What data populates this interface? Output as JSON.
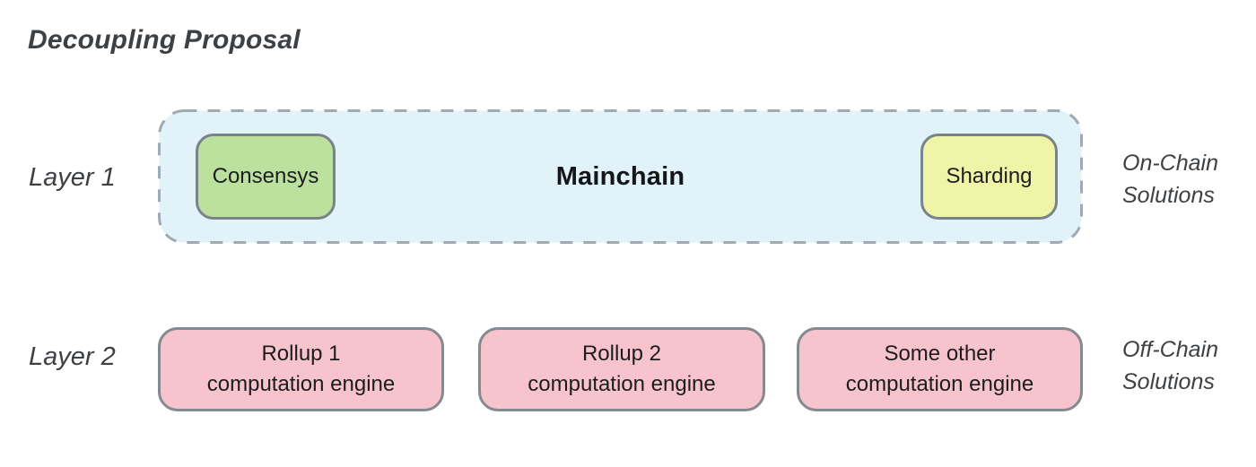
{
  "title": "Decoupling Proposal",
  "layer1": {
    "label": "Layer 1",
    "container": {
      "title": "Mainchain",
      "fill": "#e2f2f9",
      "border_color": "#9fabb3",
      "border_style": "dashed"
    },
    "nodes": [
      {
        "label": "Consensys",
        "fill": "#bce19e"
      },
      {
        "label": "Sharding",
        "fill": "#f0f4a6"
      }
    ],
    "side_label": {
      "line1": "On-Chain",
      "line2": "Solutions"
    }
  },
  "layer2": {
    "label": "Layer 2",
    "nodes": [
      {
        "line1": "Rollup 1",
        "line2": "computation engine",
        "fill": "#f7c3cd"
      },
      {
        "line1": "Rollup 2",
        "line2": "computation engine",
        "fill": "#f7c3cd"
      },
      {
        "line1": "Some other",
        "line2": "computation engine",
        "fill": "#f7c3cd"
      }
    ],
    "side_label": {
      "line1": "Off-Chain",
      "line2": "Solutions"
    }
  },
  "colors": {
    "text_dark": "#141619",
    "label_gray": "#3e4144",
    "node_border": "#79838a",
    "background": "#ffffff"
  }
}
